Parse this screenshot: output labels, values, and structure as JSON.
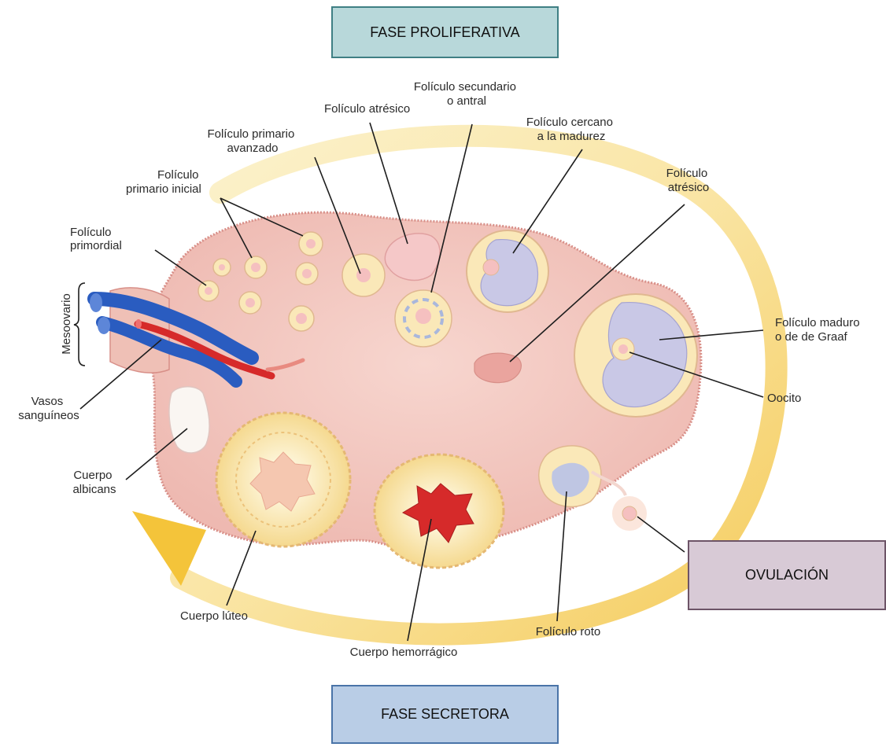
{
  "phases": {
    "proliferative": "FASE PROLIFERATIVA",
    "ovulation": "OVULACIÓN",
    "secretory": "FASE SECRETORA"
  },
  "labels": {
    "foliculo_primordial": [
      "Folículo",
      "primordial"
    ],
    "foliculo_primario_inicial": [
      "Folículo",
      "primario inicial"
    ],
    "foliculo_primario_avanzado": [
      "Folículo primario",
      "avanzado"
    ],
    "foliculo_atresico_top": [
      "Folículo atrésico"
    ],
    "foliculo_secundario": [
      "Folículo secundario",
      "o antral"
    ],
    "foliculo_cercano": [
      "Folículo cercano",
      "a la madurez"
    ],
    "foliculo_atresico_right": [
      "Folículo",
      "atrésico"
    ],
    "mesoovario": "Mesoovario",
    "foliculo_maduro": [
      "Folículo maduro",
      "o de de Graaf"
    ],
    "oocito": [
      "Oocito"
    ],
    "vasos": [
      "Vasos",
      "sanguíneos"
    ],
    "cuerpo_albicans": [
      "Cuerpo",
      "albicans"
    ],
    "cuerpo_luteo": [
      "Cuerpo lúteo"
    ],
    "cuerpo_hemorragico": [
      "Cuerpo hemorrágico"
    ],
    "foliculo_roto": [
      "Folículo roto"
    ]
  },
  "colors": {
    "ovary": "#f2c4bc",
    "ovary_edge": "#d88f88",
    "cycle_arrow": "#f7d46a",
    "cycle_arrow_light": "#fbeab0",
    "antrum": "#c9c8e6",
    "granulosa": "#fae8b8",
    "blood": "#d62a2a",
    "vein": "#2a5cc0"
  }
}
